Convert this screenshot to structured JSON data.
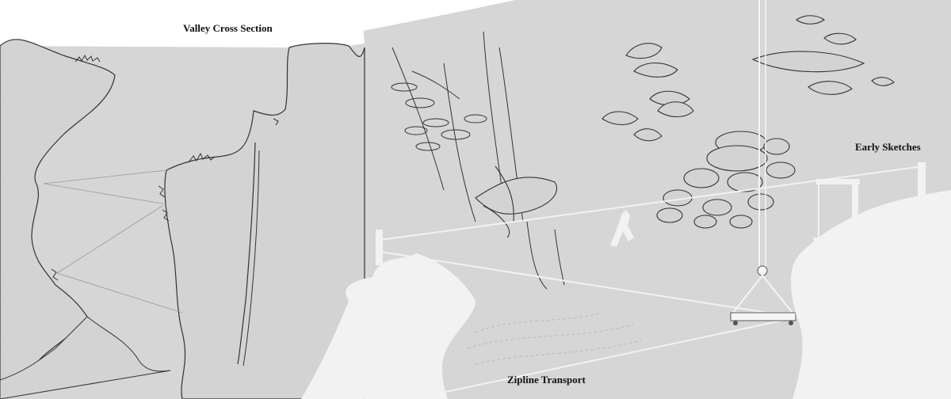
{
  "captions": {
    "valley_cross_section": "Valley Cross Section",
    "early_sketches": "Early Sketches",
    "zipline_transport": "Zipline Transport"
  },
  "colors": {
    "background": "#ffffff",
    "panel_gray": "#d3d3d3",
    "rock_light": "#f2f2f2",
    "ink": "#333333"
  }
}
